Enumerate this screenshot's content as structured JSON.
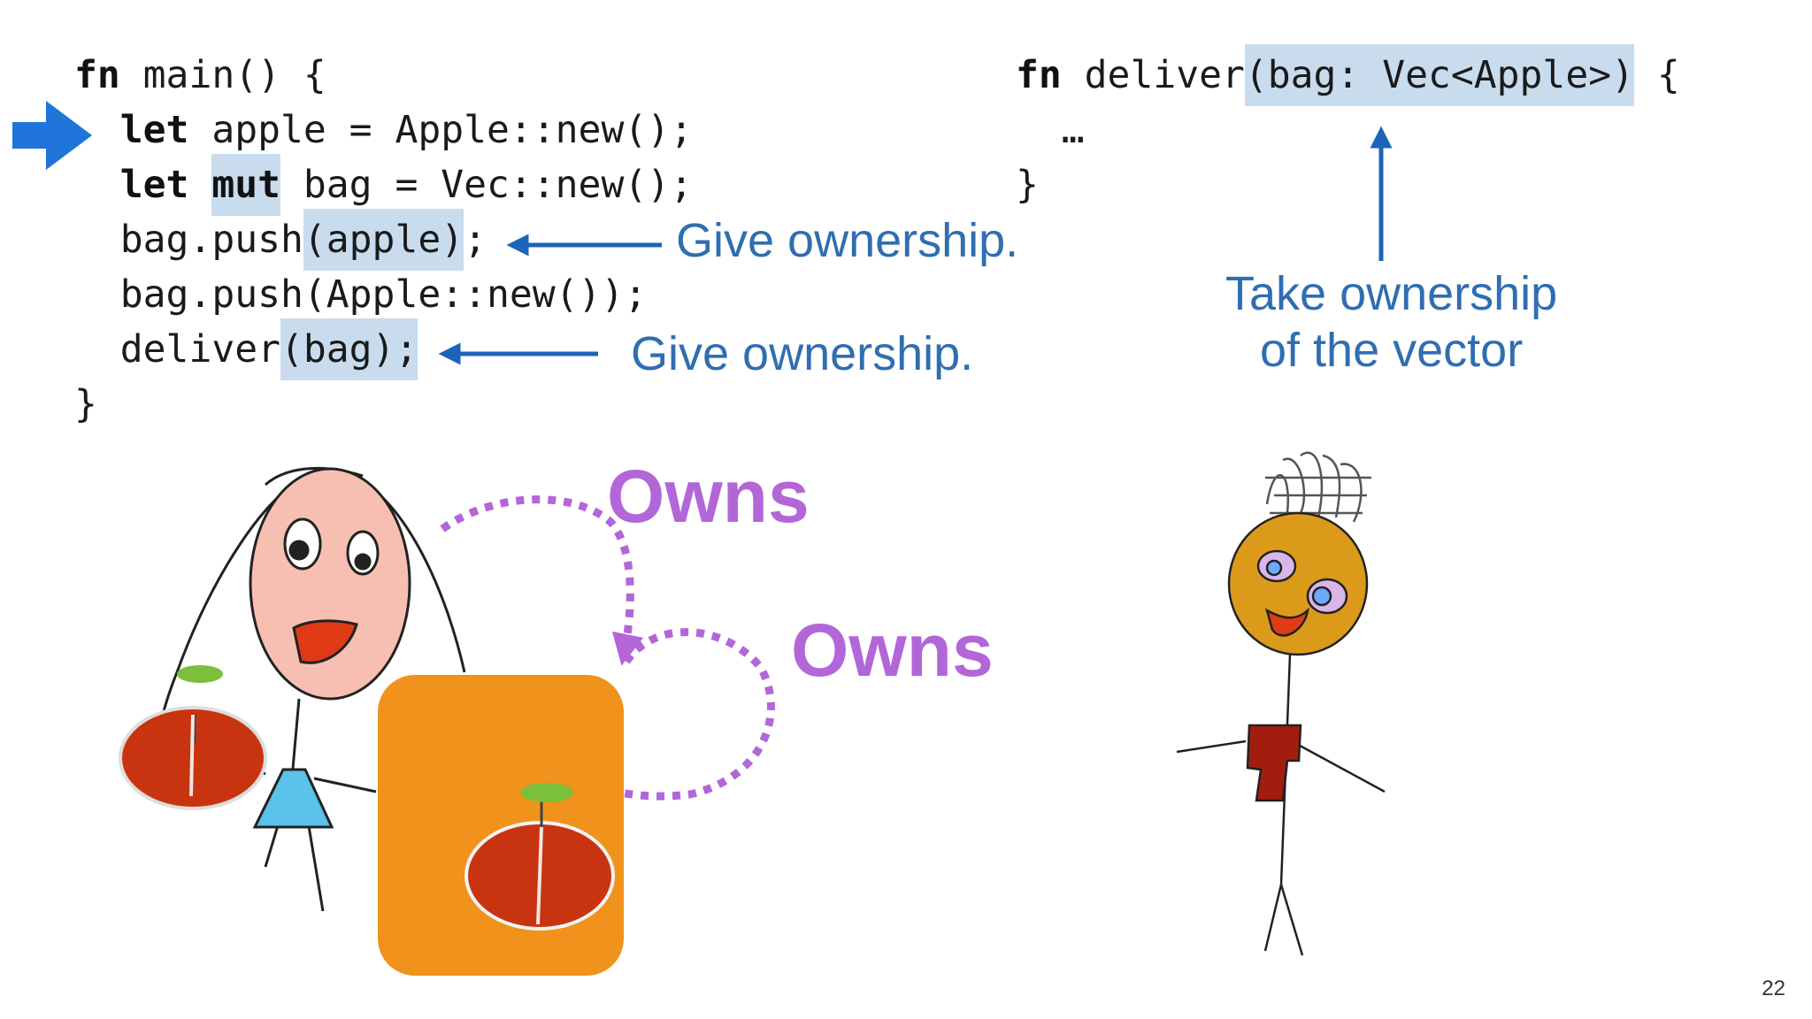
{
  "main_code": {
    "line1": {
      "kw": "fn",
      "rest": " main() {"
    },
    "line2": {
      "kw": "let",
      "rest": " apple = Apple::new();"
    },
    "line3": {
      "kw": "let",
      "kw_mut": "mut",
      "rest": " bag = Vec::new();"
    },
    "line4": {
      "pre": "bag.push",
      "hl": "(apple)",
      "post": ";"
    },
    "line5": {
      "text": "bag.push(Apple::new());"
    },
    "line6": {
      "pre": "deliver",
      "hl": "(bag);"
    },
    "line7": {
      "text": "}"
    }
  },
  "deliver_code": {
    "line1": {
      "kw": "fn",
      "pre": " deliver",
      "hl": "(bag: Vec<Apple>)",
      "post": " {"
    },
    "line2": {
      "text": "…"
    },
    "line3": {
      "text": "}"
    }
  },
  "annotations": {
    "give1": "Give ownership.",
    "give2": "Give ownership.",
    "take_line1": "Take ownership",
    "take_line2": "of the vector"
  },
  "labels": {
    "owns1": "Owns",
    "owns2": "Owns"
  },
  "page_number": "22",
  "colors": {
    "highlight": "#c8dcee",
    "annotation_blue": "#2f6eb0",
    "owns_purple": "#b266d8",
    "current_line_arrow": "#1f74d9",
    "bag_orange": "#f0921c",
    "apple_red": "#c93410",
    "girl_face": "#f7bfb2",
    "boy_face": "#dc9a1a"
  }
}
